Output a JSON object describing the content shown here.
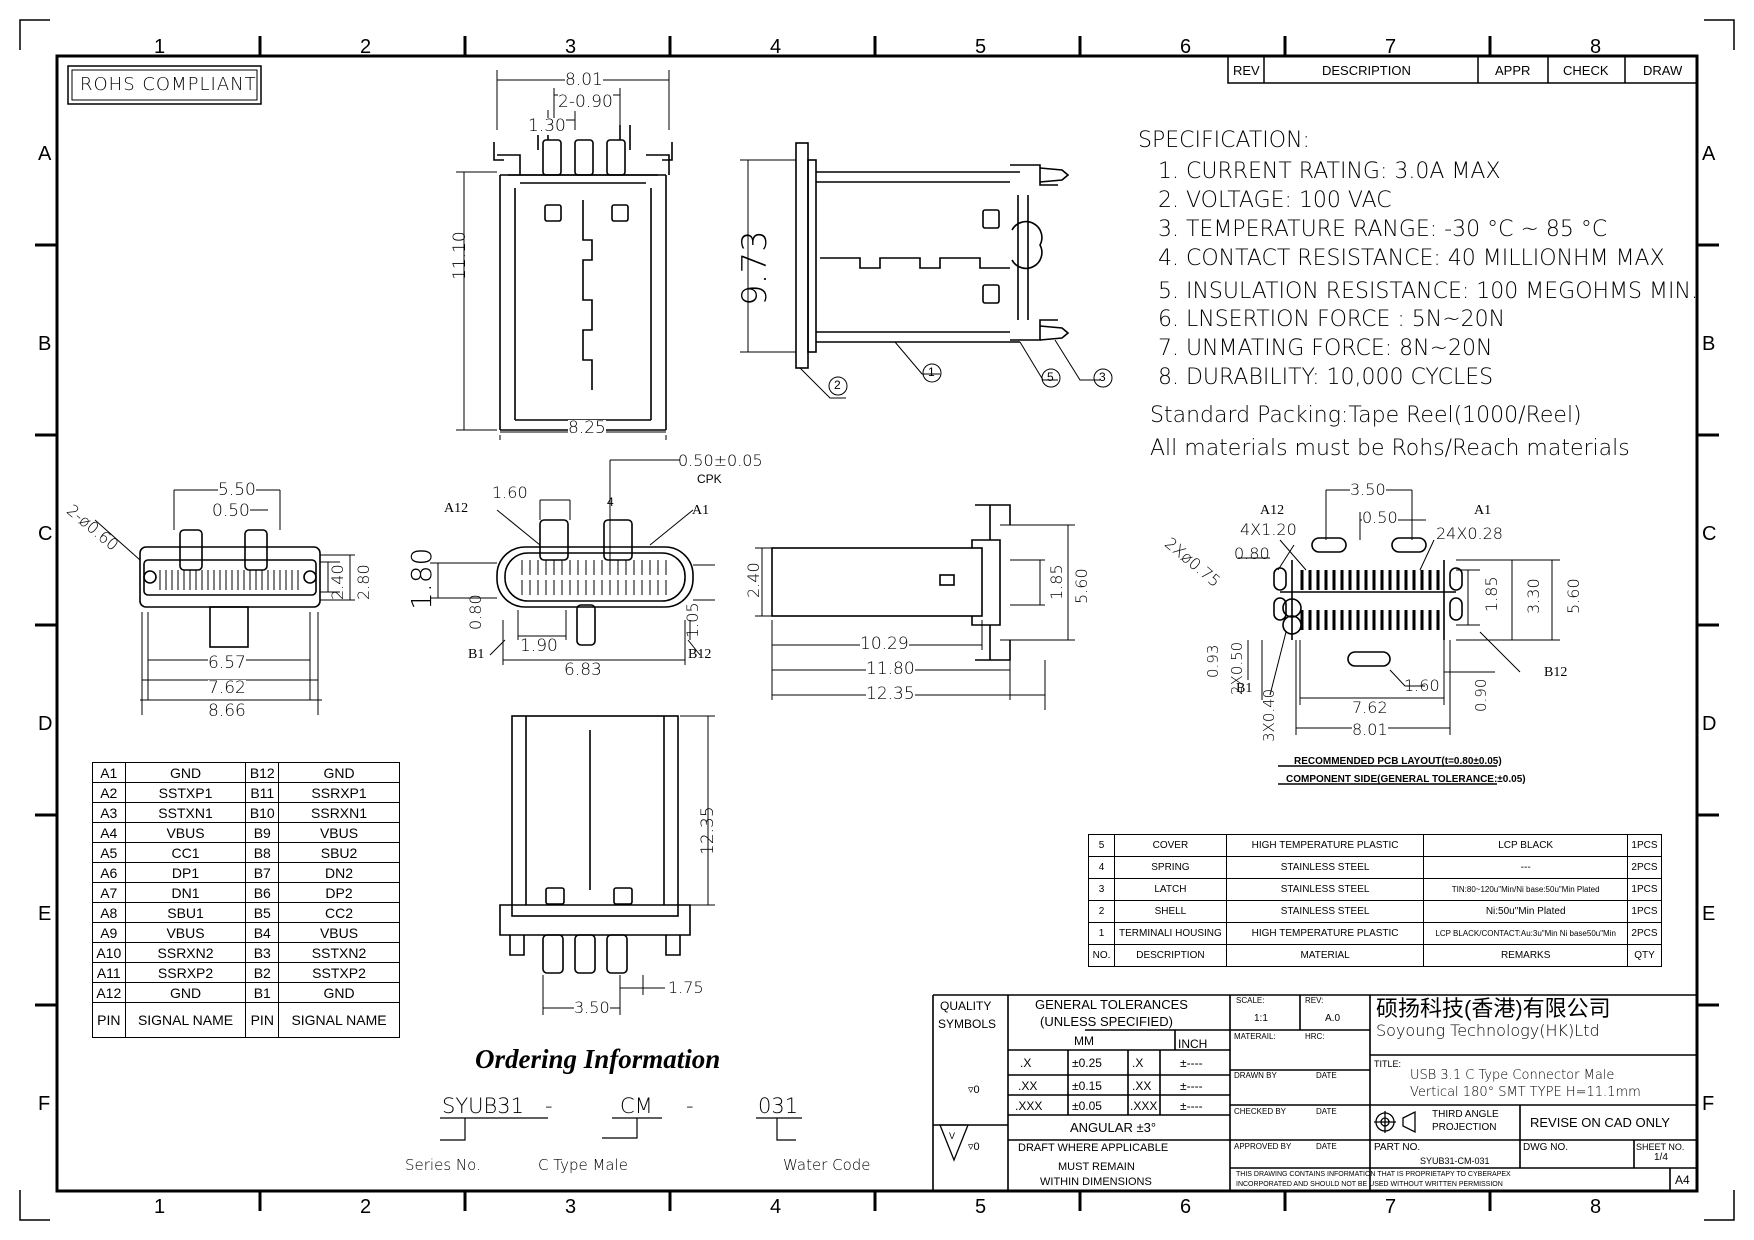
{
  "grid": {
    "top": [
      "1",
      "2",
      "3",
      "4",
      "5",
      "6",
      "7",
      "8"
    ],
    "bottom": [
      "1",
      "2",
      "3",
      "4",
      "5",
      "6",
      "7",
      "8"
    ],
    "left": [
      "A",
      "B",
      "C",
      "D",
      "E",
      "F"
    ],
    "right": [
      "A",
      "B",
      "C",
      "D",
      "E",
      "F"
    ]
  },
  "rohs": "ROHS COMPLIANT",
  "revision_header": {
    "rev": "REV",
    "description": "DESCRIPTION",
    "appr": "APPR",
    "check": "CHECK",
    "draw": "DRAW"
  },
  "specification": {
    "title": "SPECIFICATION:",
    "items": [
      "1. CURRENT RATING: 3.0A MAX",
      "2. VOLTAGE: 100 VAC",
      "3. TEMPERATURE RANGE: -30 °C ~ 85 °C",
      "4. CONTACT RESISTANCE: 40 MILLIONHM MAX",
      "5. INSULATION RESISTANCE: 100 MEGOHMS MIN.",
      "6. LNSERTION FORCE : 5N~20N",
      "7. UNMATING FORCE: 8N~20N",
      "8. DURABILITY:   10,000 CYCLES"
    ],
    "packing": "Standard Packing:Tape Reel(1000/Reel)",
    "materials": "All materials must be Rohs/Reach materials"
  },
  "front_view": {
    "width_top": "8.01",
    "pitch": "2-0.90",
    "pin_gap": "1.30",
    "height": "11.10",
    "width_bottom": "8.25"
  },
  "side_view": {
    "height": "9.73",
    "callouts": [
      "1",
      "2",
      "3",
      "5"
    ]
  },
  "bottom_view": {
    "span1": "5.50",
    "span2": "0.50",
    "holes": "2-ø0.60",
    "h1": "2.40",
    "h2": "2.80",
    "w1": "6.57",
    "w2": "7.62",
    "w3": "8.66"
  },
  "plug_view": {
    "cpk": "0.50±0.05",
    "cpk_label": "CPK",
    "pitch": "1.60",
    "callout": "4",
    "a12": "A12",
    "a1": "A1",
    "b1": "B1",
    "b12": "B12",
    "h": "1.80",
    "h2": "0.80",
    "h3": "1.05",
    "w1": "1.90",
    "w2": "6.83"
  },
  "length_view": {
    "d1": "2.40",
    "d2": "1.85",
    "d3": "5.60",
    "l1": "10.29",
    "l2": "11.80",
    "l3": "12.35"
  },
  "top_view": {
    "height": "12.35",
    "pitch": "1.75",
    "width": "3.50"
  },
  "pcb_layout": {
    "w350": "3.50",
    "w050": "0.50",
    "a12": "A12",
    "a1": "A1",
    "slot": "4X1.20",
    "pads": "24X0.28",
    "holes": "2Xø0.75",
    "gap": "0.80",
    "h1": "1.85",
    "h2": "3.30",
    "h3": "5.60",
    "b12": "B12",
    "b1": "B1",
    "v1": "0.93",
    "v2": "2X0.50",
    "v3": "3X0.40",
    "v4": "0.90",
    "p1": "1.60",
    "w762": "7.62",
    "w801": "8.01",
    "caption1": "RECOMMENDED PCB LAYOUT(t=0.80±0.05)",
    "caption2": "COMPONENT SIDE(GENERAL TOLERANCE:±0.05)"
  },
  "pin_table": {
    "rows": [
      [
        "A1",
        "GND",
        "B12",
        "GND"
      ],
      [
        "A2",
        "SSTXP1",
        "B11",
        "SSRXP1"
      ],
      [
        "A3",
        "SSTXN1",
        "B10",
        "SSRXN1"
      ],
      [
        "A4",
        "VBUS",
        "B9",
        "VBUS"
      ],
      [
        "A5",
        "CC1",
        "B8",
        "SBU2"
      ],
      [
        "A6",
        "DP1",
        "B7",
        "DN2"
      ],
      [
        "A7",
        "DN1",
        "B6",
        "DP2"
      ],
      [
        "A8",
        "SBU1",
        "B5",
        "CC2"
      ],
      [
        "A9",
        "VBUS",
        "B4",
        "VBUS"
      ],
      [
        "A10",
        "SSRXN2",
        "B3",
        "SSTXN2"
      ],
      [
        "A11",
        "SSRXP2",
        "B2",
        "SSTXP2"
      ],
      [
        "A12",
        "GND",
        "B1",
        "GND"
      ]
    ],
    "header": [
      "PIN",
      "SIGNAL NAME",
      "PIN",
      "SIGNAL NAME"
    ]
  },
  "parts_table": {
    "rows": [
      [
        "5",
        "COVER",
        "HIGH TEMPERATURE PLASTIC",
        "LCP BLACK",
        "1PCS"
      ],
      [
        "4",
        "SPRING",
        "STAINLESS STEEL",
        "---",
        "2PCS"
      ],
      [
        "3",
        "LATCH",
        "STAINLESS STEEL",
        "TIN:80~120u\"Min/Ni base:50u\"Min Plated",
        "1PCS"
      ],
      [
        "2",
        "SHELL",
        "STAINLESS STEEL",
        "Ni:50u\"Min Plated",
        "1PCS"
      ],
      [
        "1",
        "TERMINALI HOUSING",
        "HIGH TEMPERATURE PLASTIC",
        "LCP BLACK/CONTACT:Au:3u\"Min Ni base50u\"Min",
        "2PCS"
      ]
    ],
    "header": [
      "NO.",
      "DESCRIPTION",
      "MATERIAL",
      "REMARKS",
      "QTY"
    ]
  },
  "ordering": {
    "title": "Ordering Information",
    "code1": "SYUB31",
    "code2": "CM",
    "code3": "031",
    "dash": "-",
    "label1": "Series No.",
    "label2": "C Type Male",
    "label3": "Water Code"
  },
  "title_block": {
    "quality": "QUALITY",
    "symbols": "SYMBOLS",
    "sym_val1": "▿0",
    "sym_val2": "▿0",
    "tri_mark": "V",
    "gen_tol": "GENERAL TOLERANCES",
    "unless": "(UNLESS SPECIFIED)",
    "mm": "MM",
    "inch": "INCH",
    "tol_rows": [
      [
        ".X",
        "±0.25",
        ".X",
        "±----"
      ],
      [
        ".XX",
        "±0.15",
        ".XX",
        "±----"
      ],
      [
        ".XXX",
        "±0.05",
        ".XXX",
        "±----"
      ]
    ],
    "angular": "ANGULAR ±3°",
    "draft1": "DRAFT WHERE APPLICABLE",
    "draft2": "MUST REMAIN",
    "draft3": "WITHIN DIMENSIONS",
    "scale_label": "SCALE:",
    "scale": "1:1",
    "rev_label": "REV:",
    "rev": "A.0",
    "material_label": "MATERAIL:",
    "hrc_label": "HRC:",
    "drawn_by": "DRAWN BY",
    "checked_by": "CHECKED BY",
    "approved_by": "APPROVED BY",
    "date": "DATE",
    "company_cn": "硕扬科技(香港)有限公司",
    "company_en": "Soyoung Technology(HK)Ltd",
    "title_label": "TITLE:",
    "title1": "USB 3.1 C Type Connector Male",
    "title2": "Vertical 180° SMT TYPE H=11.1mm",
    "projection1": "THIRD ANGLE",
    "projection2": "PROJECTION",
    "revise": "REVISE ON CAD ONLY",
    "part_no_label": "PART NO.",
    "part_no": "SYUB31-CM-031",
    "dwg_no_label": "DWG NO.",
    "sheet_label": "SHEET NO.",
    "sheet": "1/4",
    "notice1": "THIS DRAWING CONTAINS INFORMATION THAT IS PROPRIETAPY TO CYBERAPEX",
    "notice2": "INCORPORATED AND SHOULD NOT BE USED WITHOUT WRITTEN PERMISSION",
    "size": "A4"
  }
}
